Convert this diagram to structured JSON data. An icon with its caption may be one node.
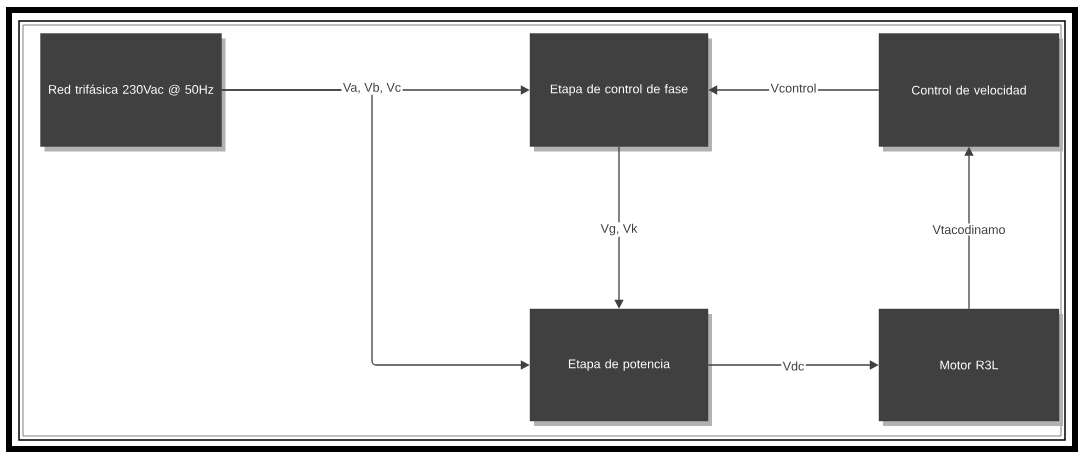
{
  "diagram": {
    "nodes": [
      {
        "text": [
          "Red trifásica 230Vac @ 50Hz"
        ]
      },
      {
        "text": [
          "Etapa de control de fase"
        ]
      },
      {
        "text": [
          "Control de velocidad"
        ]
      },
      {
        "text": [
          "Etapa de potencia"
        ]
      },
      {
        "text": [
          "Motor R3L"
        ]
      }
    ],
    "edges": [
      {
        "from": 0,
        "to": 1,
        "arrow": "to",
        "label": "Va, Vb, Vc"
      },
      {
        "from": 0,
        "to": 3,
        "arrow": "to"
      },
      {
        "from": 2,
        "to": 1,
        "arrow": "to",
        "label": "Vcontrol"
      },
      {
        "from": 1,
        "to": 3,
        "arrow": "to",
        "label": "Vg, Vk"
      },
      {
        "from": 3,
        "to": 4,
        "arrow": "to",
        "label": "Vdc"
      },
      {
        "from": 4,
        "to": 2,
        "arrow": "to",
        "label": "Vtacodinamo"
      }
    ]
  }
}
